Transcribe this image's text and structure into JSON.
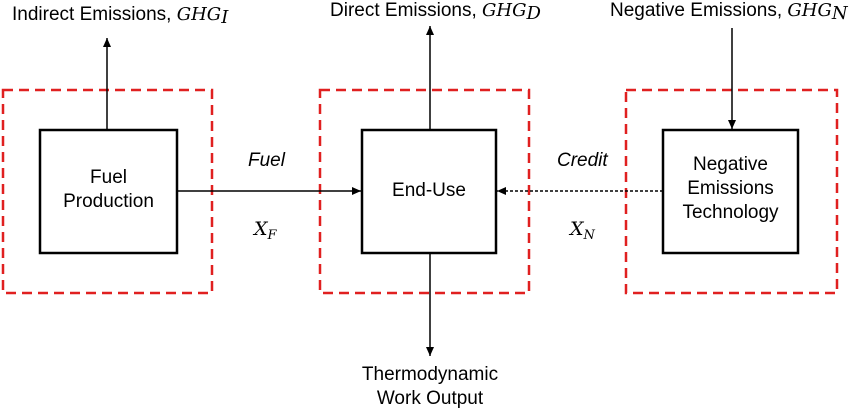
{
  "top_labels": {
    "indirect": {
      "text": "Indirect Emissions, ",
      "symbol": "GHG",
      "sub": "I"
    },
    "direct": {
      "text": "Direct Emissions, ",
      "symbol": "GHG",
      "sub": "D"
    },
    "negative": {
      "text": "Negative Emissions, ",
      "symbol": "GHG",
      "sub": "N"
    }
  },
  "boxes": {
    "fuel_production": [
      "Fuel",
      "Production"
    ],
    "end_use": "End-Use",
    "negative_tech": [
      "Negative",
      "Emissions",
      "Technology"
    ]
  },
  "flows": {
    "fuel_label": "Fuel",
    "fuel_symbol": "X",
    "fuel_sub": "F",
    "credit_label": "Credit",
    "credit_symbol": "X",
    "credit_sub": "N"
  },
  "output": [
    "Thermodynamic",
    "Work Output"
  ],
  "colors": {
    "dashed_border": "#e02020",
    "line": "#000000"
  }
}
